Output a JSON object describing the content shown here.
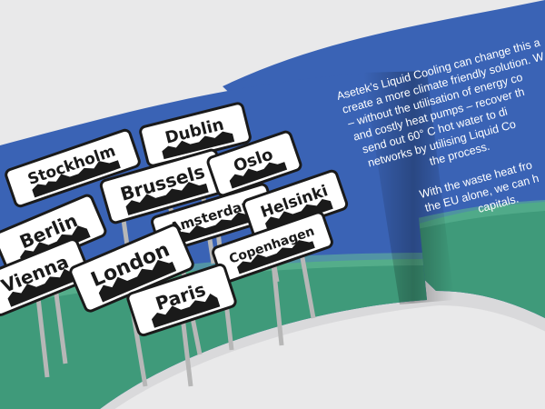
{
  "brochure": {
    "colors": {
      "background": "#e9e9ea",
      "sky_blue": "#3a63b5",
      "grass_green": "#3f9a7a",
      "sign_white": "#ffffff",
      "sign_border": "#1a1a1a"
    },
    "signs": [
      "Stockholm",
      "Dublin",
      "Brussels",
      "Oslo",
      "Berlin",
      "Amsterdam",
      "Helsinki",
      "Vienna",
      "London",
      "Copenhagen",
      "Paris"
    ],
    "text_lines": [
      "Asetek’s Liquid Cooling can change this a",
      "create a more climate friendly solution. W",
      "– without the utilisation of energy co",
      "and costly heat pumps – recover th",
      "send out 60° C hot water to di",
      "networks by utilising Liquid Co",
      "the process.",
      "",
      "With the waste heat fro",
      "the EU alone, we can h",
      "capitals."
    ]
  }
}
